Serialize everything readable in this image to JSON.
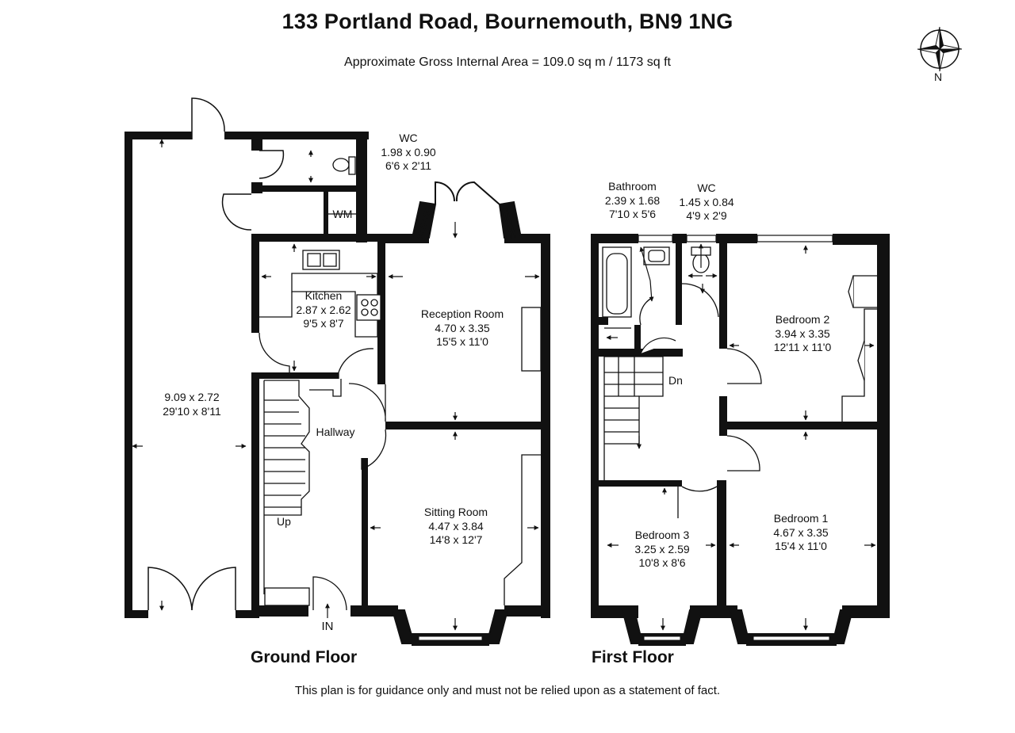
{
  "header": {
    "title": "133 Portland Road, Bournemouth, BN9 1NG",
    "area": "Approximate Gross Internal Area = 109.0 sq m / 1173 sq ft"
  },
  "compass": {
    "north_label": "N"
  },
  "ground_floor": {
    "label": "Ground Floor",
    "entrance_label": "IN",
    "stairs_label": "Up",
    "rooms": {
      "garage": {
        "name": "",
        "metric": "9.09 x 2.72",
        "imperial": "29'10 x 8'11"
      },
      "wc": {
        "name": "WC",
        "metric": "1.98 x 0.90",
        "imperial": "6'6 x 2'11"
      },
      "wm": {
        "name": "WM"
      },
      "kitchen": {
        "name": "Kitchen",
        "metric": "2.87 x 2.62",
        "imperial": "9'5 x 8'7"
      },
      "reception": {
        "name": "Reception Room",
        "metric": "4.70 x 3.35",
        "imperial": "15'5 x 11'0"
      },
      "hallway": {
        "name": "Hallway"
      },
      "sitting": {
        "name": "Sitting Room",
        "metric": "4.47 x 3.84",
        "imperial": "14'8 x 12'7"
      }
    }
  },
  "first_floor": {
    "label": "First Floor",
    "stairs_label": "Dn",
    "rooms": {
      "bathroom": {
        "name": "Bathroom",
        "metric": "2.39 x 1.68",
        "imperial": "7'10 x 5'6"
      },
      "wc": {
        "name": "WC",
        "metric": "1.45 x 0.84",
        "imperial": "4'9 x 2'9"
      },
      "bedroom2": {
        "name": "Bedroom 2",
        "metric": "3.94 x 3.35",
        "imperial": "12'11 x 11'0"
      },
      "bedroom3": {
        "name": "Bedroom 3",
        "metric": "3.25 x 2.59",
        "imperial": "10'8 x 8'6"
      },
      "bedroom1": {
        "name": "Bedroom 1",
        "metric": "4.67 x 3.35",
        "imperial": "15'4 x 11'0"
      }
    }
  },
  "footer": {
    "disclaimer": "This plan is for guidance only and must not be relied upon as a statement of fact."
  }
}
